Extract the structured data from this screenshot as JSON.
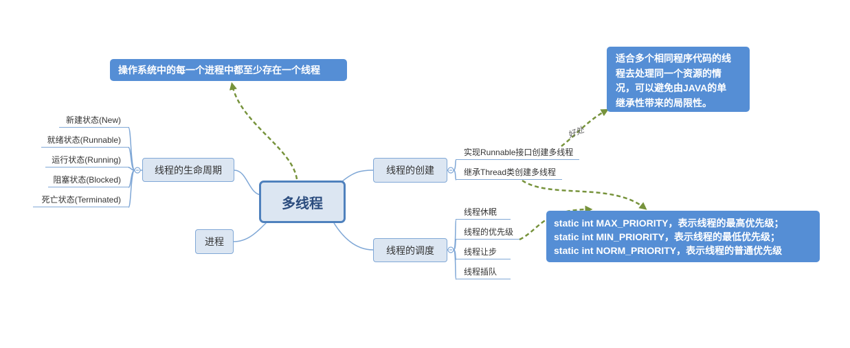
{
  "central": {
    "label": "多线程"
  },
  "note_top": {
    "text": "操作系统中的每一个进程中都至少存在一个线程"
  },
  "lifecycle": {
    "label": "线程的生命周期",
    "children": [
      "新建状态(New)",
      "就绪状态(Runnable)",
      "运行状态(Running)",
      "阻塞状态(Blocked)",
      "死亡状态(Terminated)"
    ]
  },
  "process": {
    "label": "进程"
  },
  "creation": {
    "label": "线程的创建",
    "children": [
      "实现Runnable接口创建多线程",
      "继承Thread类创建多线程"
    ]
  },
  "scheduling": {
    "label": "线程的调度",
    "children": [
      "线程休眠",
      "线程的优先级",
      "线程让步",
      "线程插队"
    ]
  },
  "benefit": {
    "relation_label": "好处",
    "lines": [
      "适合多个相同程序代码的线",
      "程去处理同一个资源的情",
      "况，可以避免由JAVA的单",
      "继承性带来的局限性。"
    ]
  },
  "priority_note": {
    "lines": [
      "static int MAX_PRIORITY，表示线程的最高优先级；",
      "static int MIN_PRIORITY，表示线程的最低优先级；",
      "static int NORM_PRIORITY，表示线程的普通优先级"
    ]
  },
  "colors": {
    "node_fill": "#dce6f2",
    "node_border": "#7fa7d6",
    "central_border": "#4f81bd",
    "note_fill": "#558ed5",
    "arrow": "#77933c",
    "text": "#333333",
    "central_text": "#2b4c7e"
  }
}
